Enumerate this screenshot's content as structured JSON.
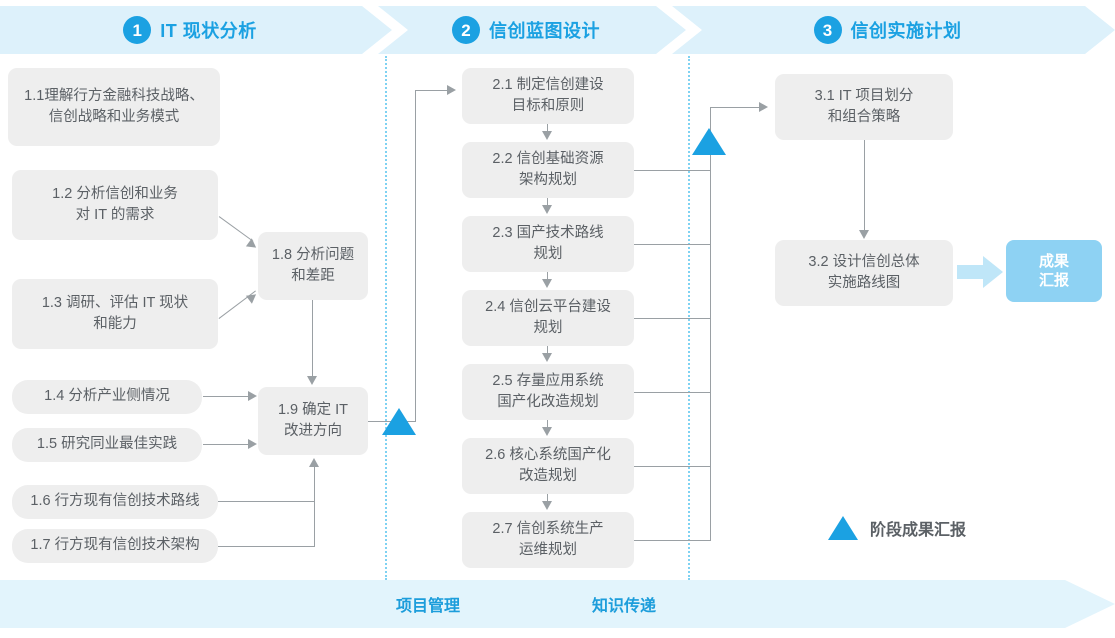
{
  "phases": [
    {
      "num": "1",
      "title": "IT 现状分析"
    },
    {
      "num": "2",
      "title": "信创蓝图设计"
    },
    {
      "num": "3",
      "title": "信创实施计划"
    }
  ],
  "column1_tasks": [
    {
      "id": "1.1",
      "label": "1.1理解行方金融科技战略、\n信创战略和业务模式"
    },
    {
      "id": "1.2",
      "label": "1.2 分析信创和业务\n对 IT 的需求"
    },
    {
      "id": "1.3",
      "label": "1.3 调研、评估 IT 现状\n和能力"
    },
    {
      "id": "1.4",
      "label": "1.4 分析产业侧情况"
    },
    {
      "id": "1.5",
      "label": "1.5 研究同业最佳实践"
    },
    {
      "id": "1.6",
      "label": "1.6 行方现有信创技术路线"
    },
    {
      "id": "1.7",
      "label": "1.7 行方现有信创技术架构"
    },
    {
      "id": "1.8",
      "label": "1.8 分析问题\n和差距"
    },
    {
      "id": "1.9",
      "label": "1.9 确定 IT\n改进方向"
    }
  ],
  "column2_tasks": [
    {
      "id": "2.1",
      "label": "2.1 制定信创建设\n目标和原则"
    },
    {
      "id": "2.2",
      "label": "2.2 信创基础资源\n架构规划"
    },
    {
      "id": "2.3",
      "label": "2.3 国产技术路线\n规划"
    },
    {
      "id": "2.4",
      "label": "2.4 信创云平台建设\n规划"
    },
    {
      "id": "2.5",
      "label": "2.5 存量应用系统\n国产化改造规划"
    },
    {
      "id": "2.6",
      "label": "2.6 核心系统国产化\n改造规划"
    },
    {
      "id": "2.7",
      "label": "2.7 信创系统生产\n运维规划"
    }
  ],
  "column3_tasks": [
    {
      "id": "3.1",
      "label": "3.1 IT 项目划分\n和组合策略"
    },
    {
      "id": "3.2",
      "label": "3.2 设计信创总体\n实施路线图"
    }
  ],
  "result": {
    "label": "成果\n汇报"
  },
  "legend": {
    "label": "阶段成果汇报",
    "marker": "triangle-marker"
  },
  "bottom_banner": {
    "labels": [
      "项目管理",
      "知识传递"
    ]
  },
  "colors": {
    "accent": "#1ba1e2",
    "banner_bg": "#ddf1fb",
    "bottom_banner_bg": "#e2f4fc",
    "box_bg": "#eeeeee",
    "box_text": "#5b6065",
    "connector": "#9aa0a4",
    "result_chip": "#8ed2f3",
    "divider": "#7fd2f2"
  }
}
